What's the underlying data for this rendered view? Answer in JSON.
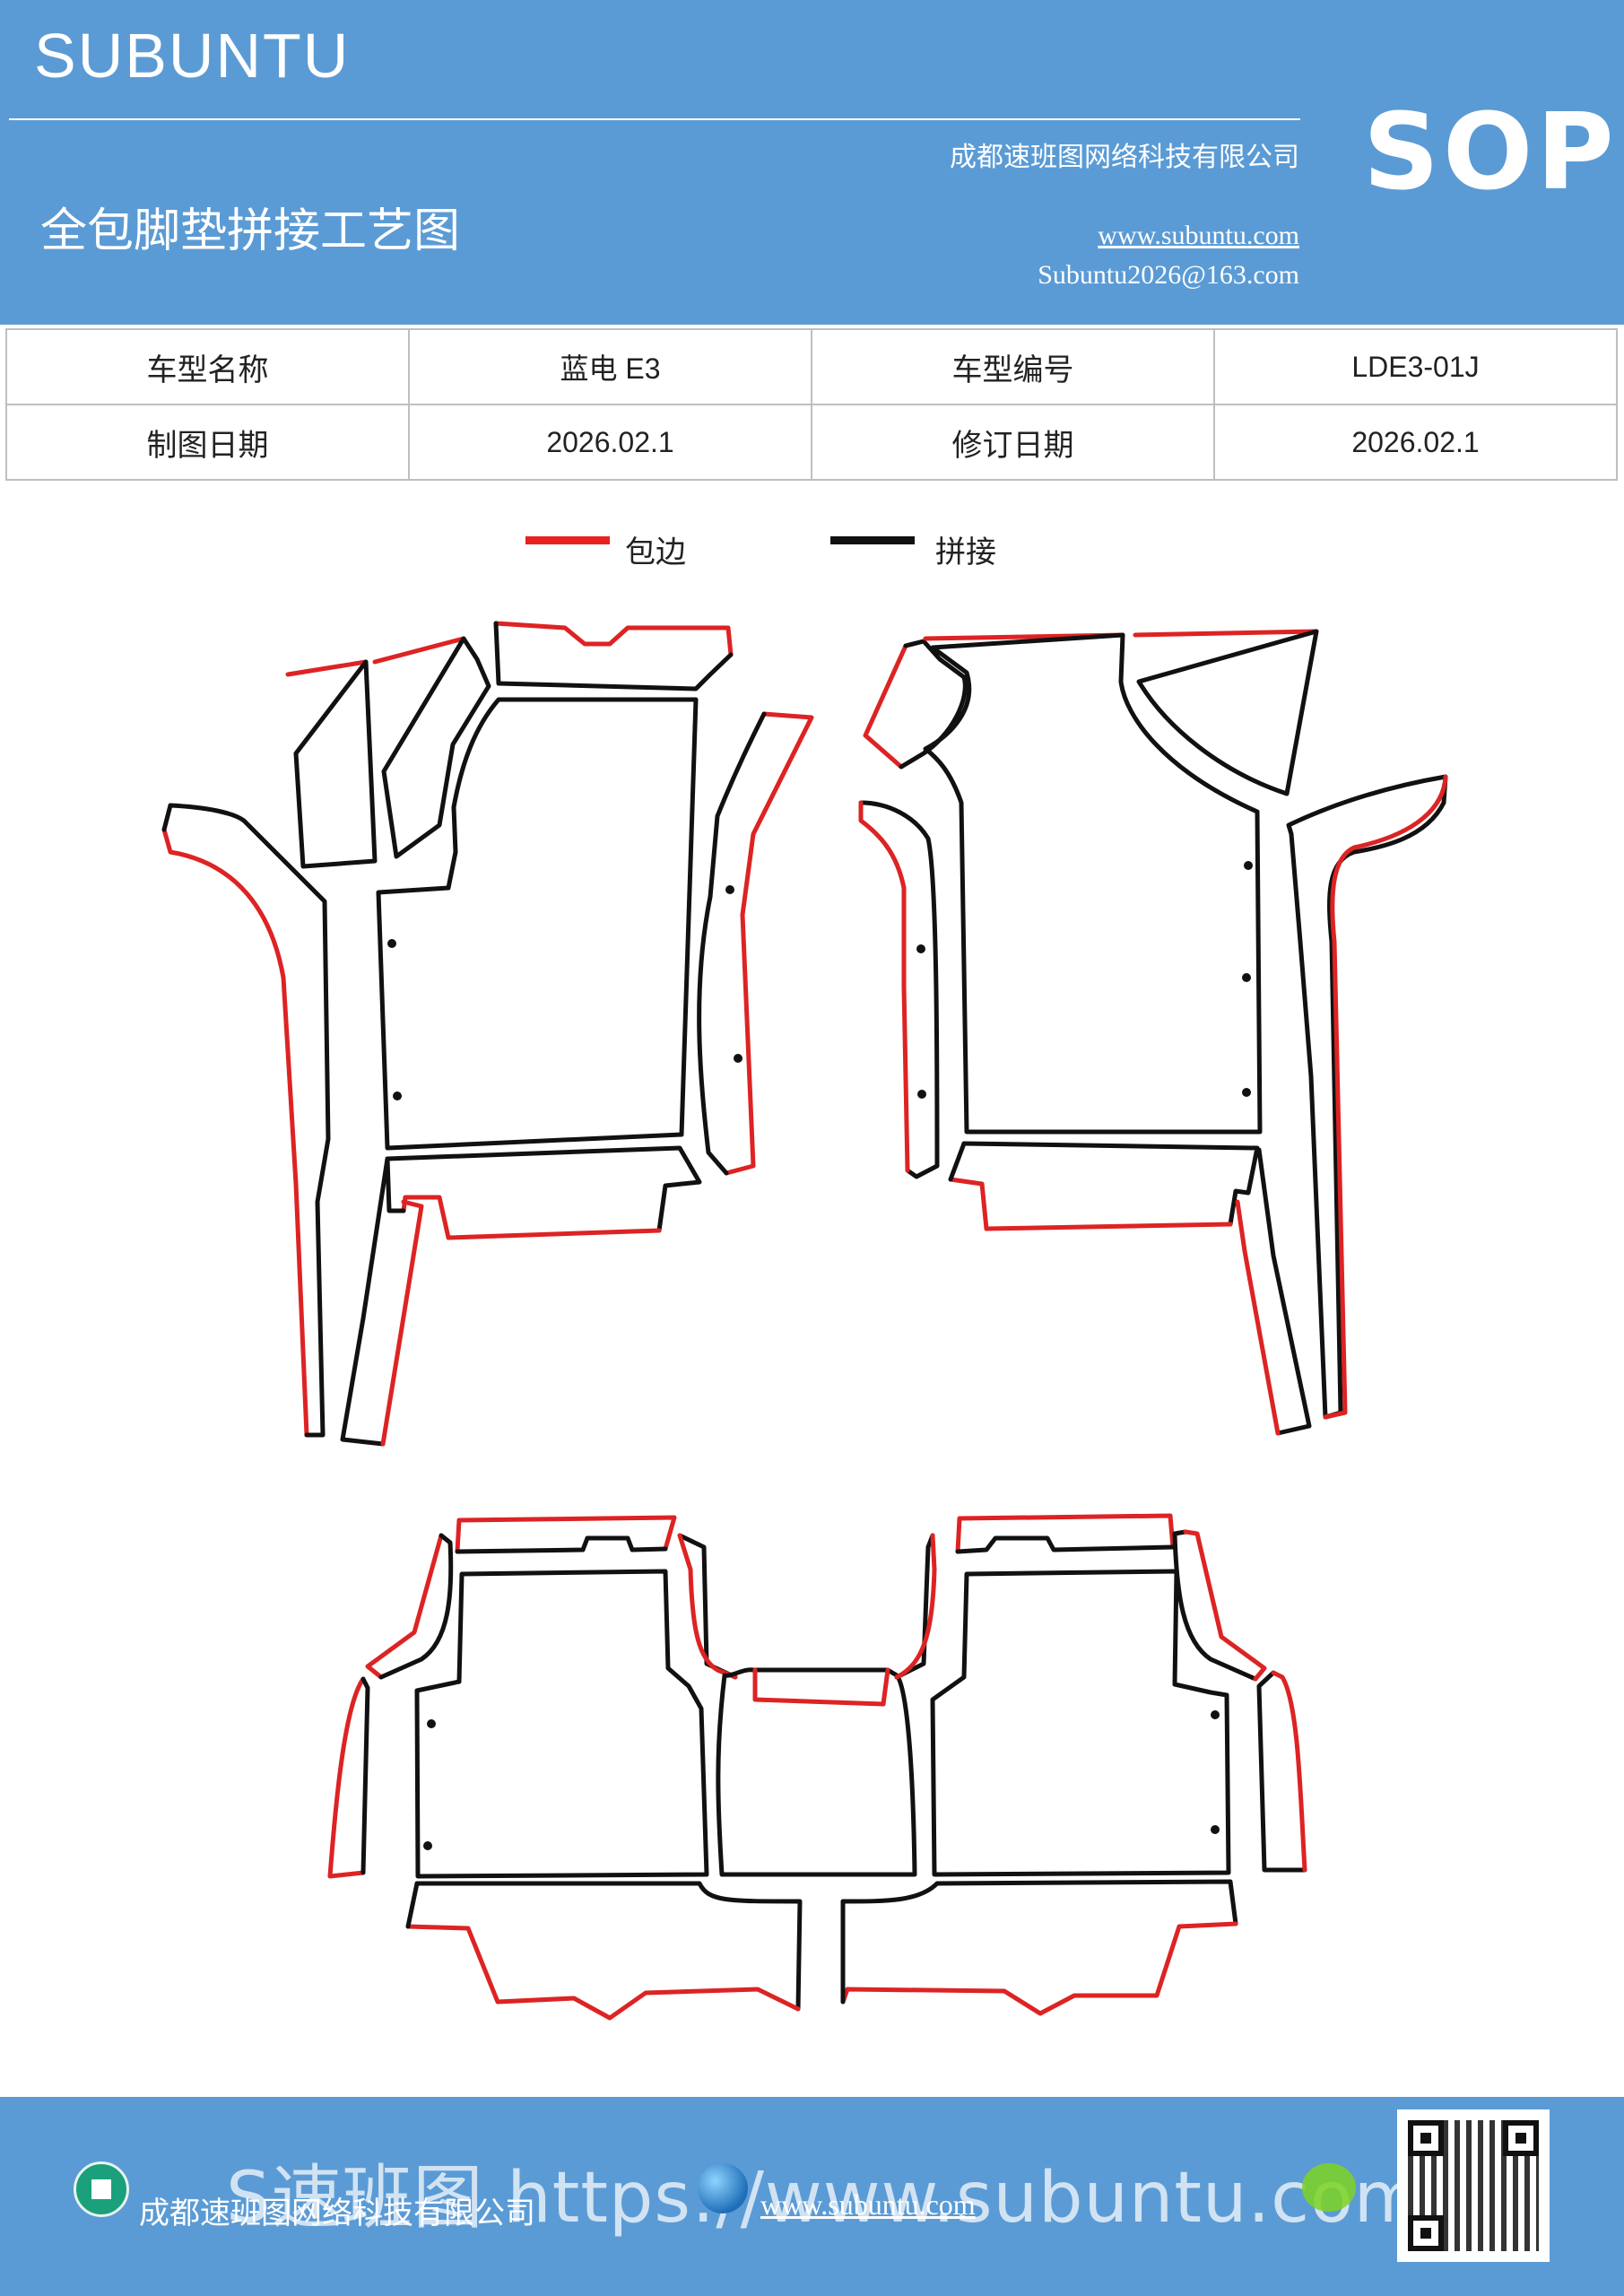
{
  "header": {
    "brand": "SUBUNTU",
    "company": "成都速班图网络科技有限公司",
    "title": "全包脚垫拼接工艺图",
    "website": "www.subuntu.com",
    "email": "Subuntu2026@163.com",
    "badge": "SOP"
  },
  "info_table": {
    "rows": [
      {
        "label1": "车型名称",
        "value1": "蓝电 E3",
        "label2": "车型编号",
        "value2": "LDE3-01J"
      },
      {
        "label1": "制图日期",
        "value1": "2026.02.1",
        "label2": "修订日期",
        "value2": "2026.02.1"
      }
    ]
  },
  "legend": {
    "edge_label": "包边",
    "edge_color": "#e82020",
    "joint_label": "拼接",
    "joint_color": "#111111"
  },
  "footer": {
    "watermark": "S速班图 https://www.subuntu.com",
    "company": "成都速班图网络科技有限公司",
    "website": "www.subuntu.com"
  }
}
